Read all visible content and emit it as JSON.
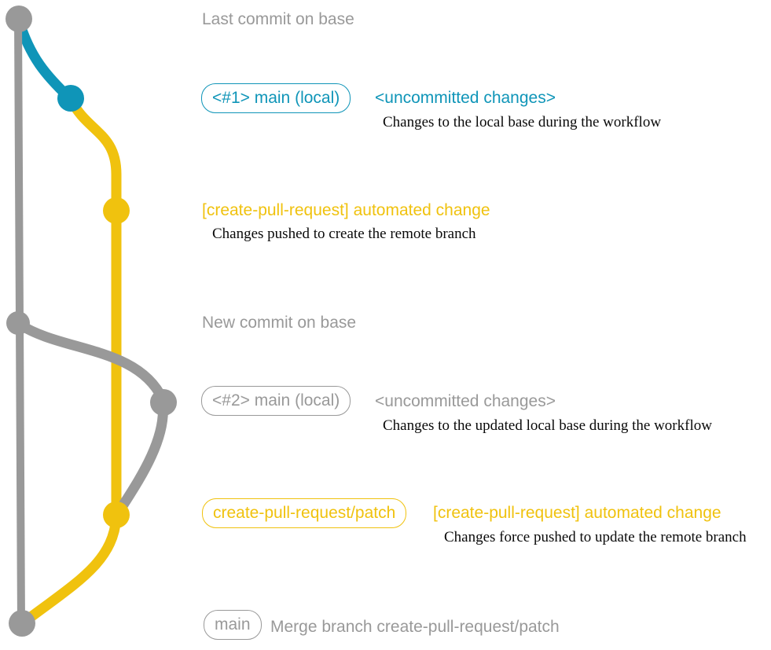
{
  "colors": {
    "gray": "#999999",
    "blue": "#0f95b8",
    "yellow": "#f0c20e",
    "annotation_text": "#0a0a0a",
    "background": "#ffffff"
  },
  "timeline": {
    "base_top_note": "Last commit on base",
    "commit1": {
      "branch_tag": "<#1> main (local)",
      "message": "<uncommitted changes>",
      "annotation": "Changes to the local base during the workflow"
    },
    "commit2": {
      "message": "[create-pull-request] automated change",
      "annotation": "Changes pushed to create the remote branch"
    },
    "base_new_note": "New commit on base",
    "commit3": {
      "branch_tag": "<#2> main (local)",
      "message": "<uncommitted changes>",
      "annotation": "Changes to the updated local base during the workflow"
    },
    "commit4": {
      "branch_tag": "create-pull-request/patch",
      "message": "[create-pull-request] automated change",
      "annotation": "Changes force pushed to update the remote branch"
    },
    "merge": {
      "branch_tag": "main",
      "message": "Merge branch create-pull-request/patch"
    }
  }
}
